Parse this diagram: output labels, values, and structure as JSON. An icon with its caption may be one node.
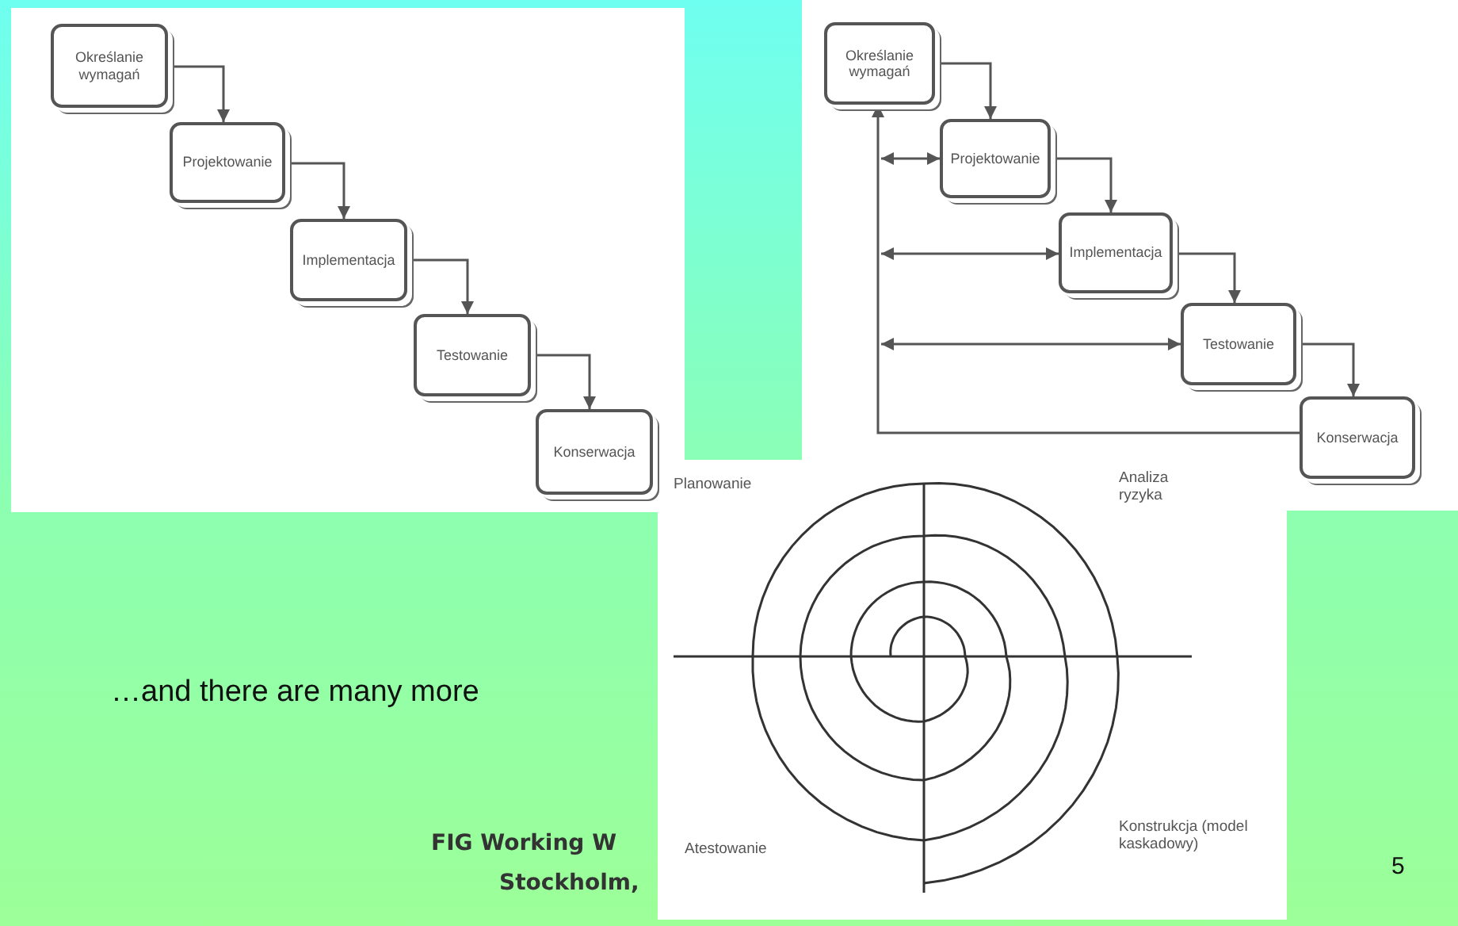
{
  "diagram": {
    "nodes": [
      {
        "text": [
          "Określanie wymagań"
        ]
      },
      {
        "text": [
          "Projektowanie"
        ]
      },
      {
        "text": [
          "Implementacja"
        ]
      },
      {
        "text": [
          "Testowanie"
        ]
      },
      {
        "text": [
          "Konserwacja"
        ]
      },
      {
        "text": [
          "Określanie wymagań"
        ]
      },
      {
        "text": [
          "Projektowanie"
        ]
      },
      {
        "text": [
          "Implementacja"
        ]
      },
      {
        "text": [
          "Testowanie"
        ]
      },
      {
        "text": [
          "Konserwacja"
        ]
      }
    ],
    "edges": [
      {
        "from": 0,
        "to": 1,
        "arrow": "to"
      },
      {
        "from": 1,
        "to": 2,
        "arrow": "to"
      },
      {
        "from": 2,
        "to": 3,
        "arrow": "to"
      },
      {
        "from": 3,
        "to": 4,
        "arrow": "to"
      },
      {
        "from": 5,
        "to": 6,
        "arrow": "to"
      },
      {
        "from": 6,
        "to": 7,
        "arrow": "to"
      },
      {
        "from": 7,
        "to": 8,
        "arrow": "to"
      },
      {
        "from": 8,
        "to": 9,
        "arrow": "to"
      },
      {
        "from": 9,
        "to": 5,
        "arrow": "to"
      },
      {
        "from": null,
        "to": 6,
        "arrow": "both"
      },
      {
        "from": null,
        "to": 7,
        "arrow": "both"
      },
      {
        "from": null,
        "to": 8,
        "arrow": "both"
      }
    ],
    "labels": [
      "Planowanie",
      "Analiza ryzyka",
      "Atestowanie",
      "Konstrukcja (model kaskadowy)",
      "…and there are many more",
      "FIG Working W",
      "Stockholm,",
      "5"
    ]
  }
}
